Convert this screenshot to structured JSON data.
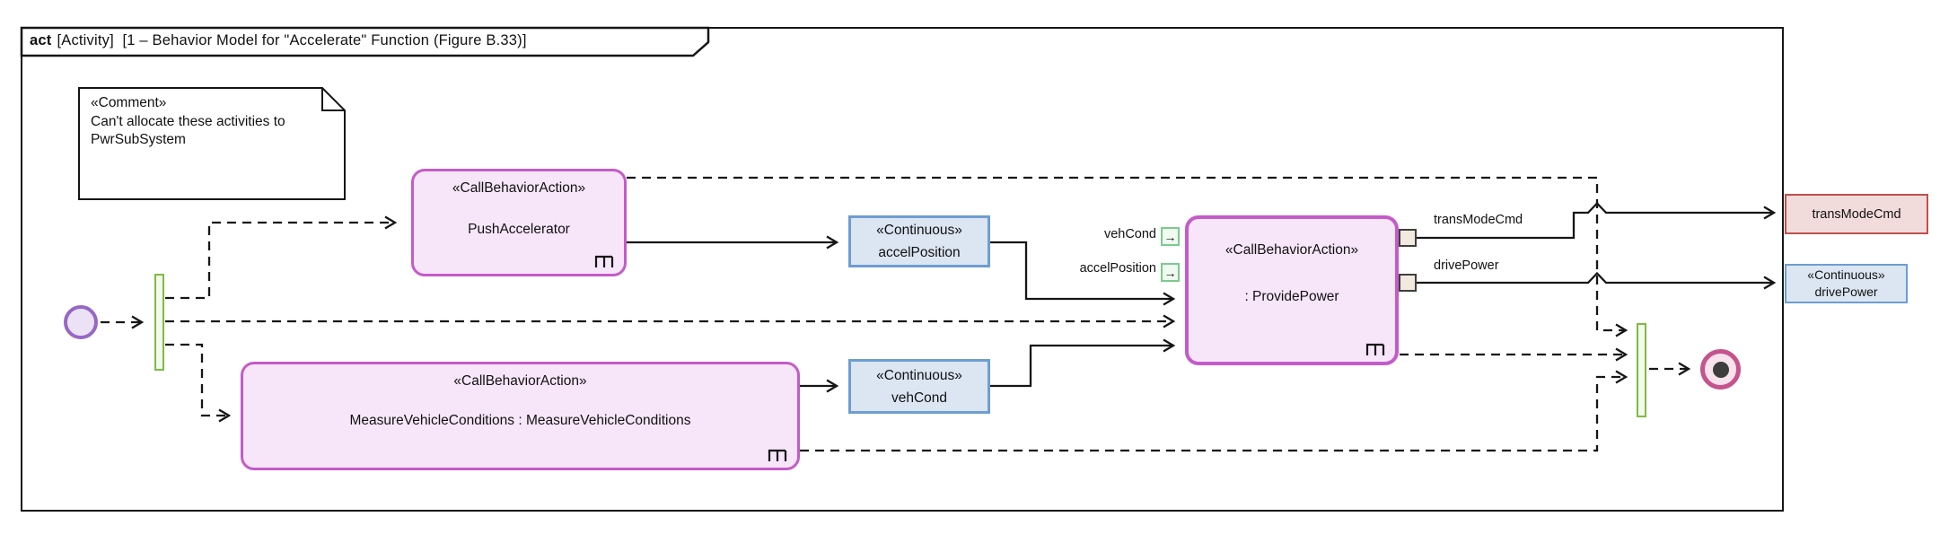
{
  "frame": {
    "title_keyword": "act",
    "title_rest": "[Activity]  [1 – Behavior Model for \"Accelerate\" Function (Figure B.33)]"
  },
  "comment": {
    "stereotype": "«Comment»",
    "body": "Can't allocate these activities to PwrSubSystem"
  },
  "actions": {
    "push_accelerator": {
      "stereotype": "«CallBehaviorAction»",
      "name": "PushAccelerator"
    },
    "provide_power": {
      "stereotype": "«CallBehaviorAction»",
      "name": ": ProvidePower"
    },
    "measure_vehicle_conditions": {
      "stereotype": "«CallBehaviorAction»",
      "name": "MeasureVehicleConditions : MeasureVehicleConditions"
    }
  },
  "stores": {
    "accel_position": {
      "stereotype": "«Continuous»",
      "name": "accelPosition"
    },
    "veh_cond": {
      "stereotype": "«Continuous»",
      "name": "vehCond"
    }
  },
  "pins": {
    "veh_cond_in": "vehCond",
    "accel_position_in": "accelPosition",
    "trans_mode_cmd_out": "transModeCmd",
    "drive_power_out": "drivePower",
    "pin_arrow_glyph": "→"
  },
  "outputs": {
    "trans_mode_cmd": {
      "name": "transModeCmd"
    },
    "drive_power": {
      "stereotype": "«Continuous»",
      "name": "drivePower"
    }
  },
  "colors": {
    "action_border": "#C45BC9",
    "action_fill": "#F7E6F9",
    "continuous_border": "#6E9DD2",
    "continuous_fill": "#DBE6F2",
    "command_border": "#C0504D",
    "command_fill": "#F2DCDB",
    "bar_border": "#7DBB44",
    "bar_fill": "#F4FAEB",
    "initial_node": "#9668C4",
    "final_node": "#C4548E",
    "input_pin_green": "#7DC98F",
    "output_pin_fill": "#F3EADF",
    "line": "#161616"
  }
}
